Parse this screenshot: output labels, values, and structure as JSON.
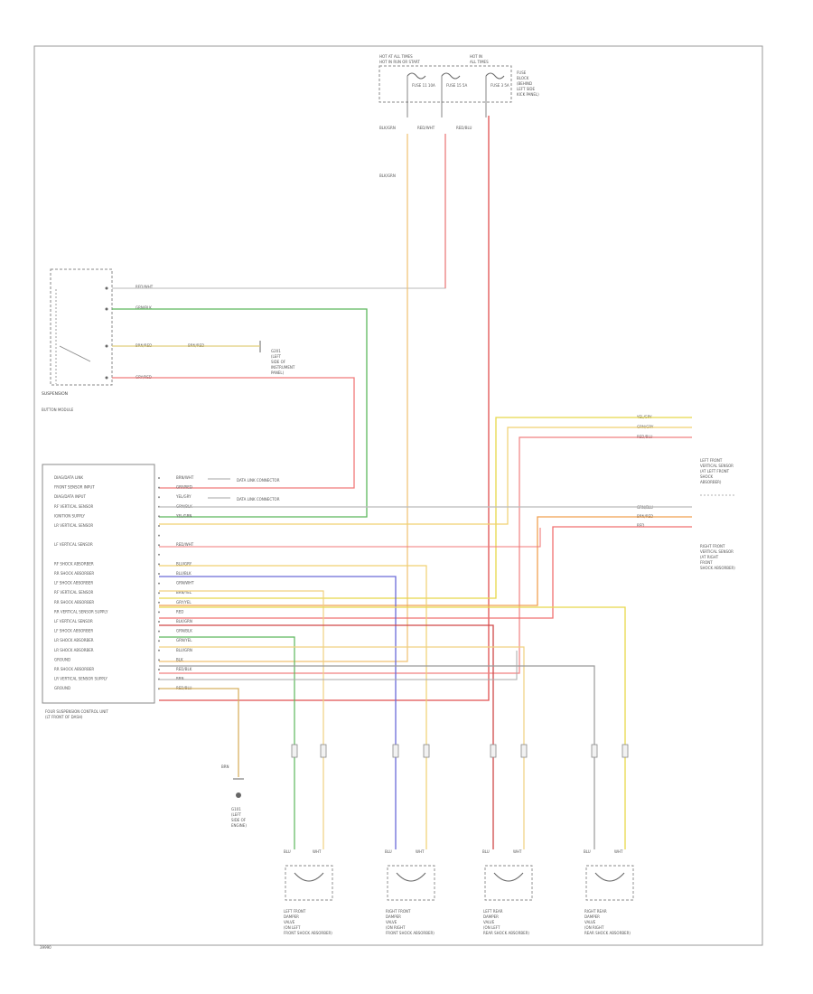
{
  "diagram": {
    "fuse_block": {
      "left_header": [
        "HOT AT ALL TIMES",
        "HOT IN RUN OR START"
      ],
      "right_header": [
        "HOT IN",
        "ALL TIMES"
      ],
      "fuses": [
        "FUSE 11 10A",
        "FUSE 15 5A",
        "FUSE 3 5A"
      ],
      "name": [
        "FUSE",
        "BLOCK",
        "(BEHIND",
        "LEFT SIDE",
        "KICK PANEL)"
      ],
      "out_wires": [
        "BLK/GRN",
        "RED/WHT",
        "RED/BLU"
      ]
    },
    "switch_block": {
      "name": "SUSPENSION",
      "sub": "BUTTON MODULE",
      "wires": [
        "RED/WHT",
        "GRN/BLK",
        "BRN/RED",
        "BRN/RED",
        "GRY/RED"
      ],
      "ground_label": [
        "G201",
        "(LEFT",
        "SIDE OF",
        "INSTRUMENT",
        "PANEL)"
      ]
    },
    "module": {
      "caption": [
        "FOUR SUSPENSION CONTROL UNIT",
        "(LT FRONT OF DASH)"
      ],
      "pins": [
        "DIAG/DATA LINK",
        "FRONT SENSOR INPUT",
        "DIAG/DATA INPUT",
        "RF VERTICAL SENSOR",
        "IGNITION SUPPLY",
        "LR VERTICAL SENSOR",
        "",
        "LF VERTICAL SENSOR",
        "",
        "RF SHOCK ABSORBER",
        "RR SHOCK ABSORBER",
        "LF SHOCK ABSORBER",
        "RF VERTICAL SENSOR",
        "RR SHOCK ABSORBER",
        "RR VERTICAL SENSOR SUPPLY",
        "LF VERTICAL SENSOR",
        "LF SHOCK ABSORBER",
        "LR SHOCK ABSORBER",
        "LR SHOCK ABSORBER",
        "GROUND",
        "RR SHOCK ABSORBER",
        "LR VERTICAL SENSOR SUPPLY",
        "GROUND"
      ],
      "wires": [
        "BRN/WHT",
        "GRY/RED",
        "YEL/GRY",
        "GRN/BLK",
        "YEL/GRN",
        "",
        "",
        "RED/WHT",
        "",
        "BLU/GRY",
        "BLU/BLK",
        "GRN/WHT",
        "BRN/YEL",
        "GRY/YEL",
        "RED",
        "BLK/GRN",
        "GRN/BLK",
        "GRN/YEL",
        "BLU/GRN",
        "BLK",
        "RED/BLK",
        "BRN",
        "RED/BLU"
      ],
      "data_link_notes": [
        "DATA LINK CONNECTOR",
        "DATA LINK CONNECTOR"
      ]
    },
    "ground": {
      "wire": "BRN",
      "label": [
        "G101",
        "(LEFT",
        "SIDE OF",
        "ENGINE)"
      ]
    },
    "lf_sensor": {
      "wires": [
        "YEL/GRY",
        "GRN/GRY",
        "RED/BLU"
      ],
      "label": [
        "LEFT FRONT",
        "VERTICAL SENSOR",
        "(AT LEFT FRONT",
        "SHOCK",
        "ABSORBER)"
      ]
    },
    "rf_sensor": {
      "wires": [
        "GRN/BLU",
        "BRN/RED",
        "RED"
      ],
      "label": [
        "RIGHT FRONT",
        "VERTICAL SENSOR",
        "(AT RIGHT",
        "FRONT",
        "SHOCK ABSORBER)"
      ]
    },
    "dampers": [
      {
        "wires": [
          "BLU",
          "WHT"
        ],
        "label": [
          "LEFT FRONT",
          "DAMPER",
          "VALVE",
          "(ON LEFT",
          "FRONT SHOCK ABSORBER)"
        ]
      },
      {
        "wires": [
          "BLU",
          "WHT"
        ],
        "label": [
          "RIGHT FRONT",
          "DAMPER",
          "VALVE",
          "(ON RIGHT",
          "FRONT SHOCK ABSORBER)"
        ]
      },
      {
        "wires": [
          "BLU",
          "WHT"
        ],
        "label": [
          "LEFT REAR",
          "DAMPER",
          "VALVE",
          "(ON LEFT",
          "REAR SHOCK ABSORBER)"
        ]
      },
      {
        "wires": [
          "BLU",
          "WHT"
        ],
        "label": [
          "RIGHT REAR",
          "DAMPER",
          "VALVE",
          "(ON RIGHT",
          "REAR SHOCK ABSORBER)"
        ]
      }
    ],
    "footer": "39990"
  }
}
